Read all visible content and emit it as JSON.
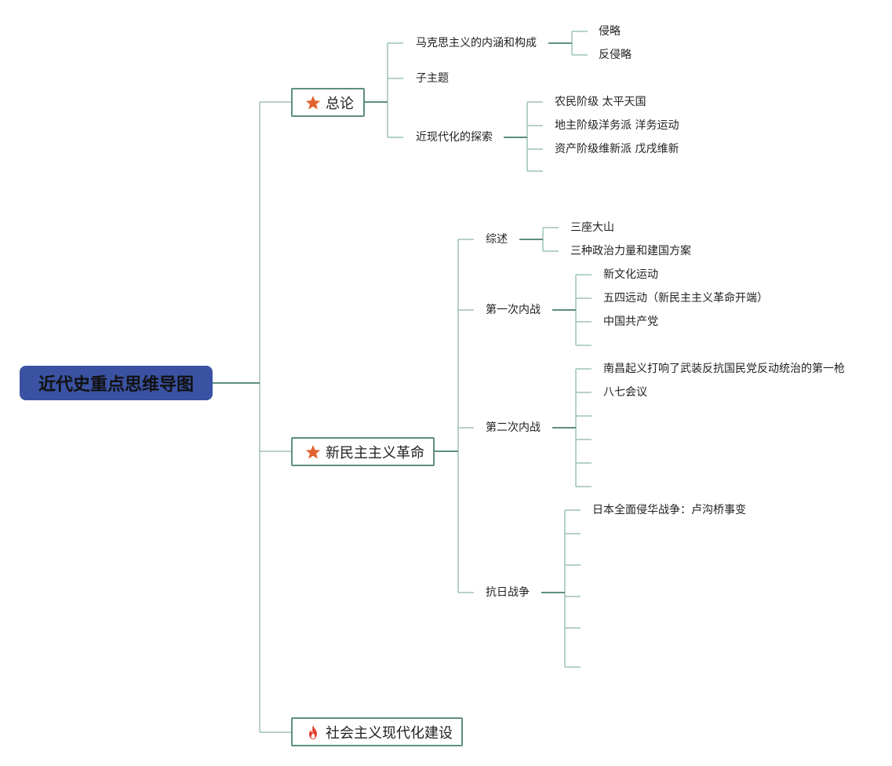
{
  "root": {
    "title": "近代史重点思维导图"
  },
  "topics": {
    "overview": {
      "label": "总论",
      "icon": "star-icon",
      "children": {
        "marxism": {
          "label": "马克思主义的内涵和构成",
          "children": [
            "侵略",
            "反侵略"
          ]
        },
        "subtopic": {
          "label": "子主题"
        },
        "exploration": {
          "label": "近现代化的探索",
          "children": [
            "农民阶级 太平天国",
            "地主阶级洋务派 洋务运动",
            "资产阶级维新派 戊戌维新",
            ""
          ]
        }
      }
    },
    "revolution": {
      "label": "新民主主义革命",
      "icon": "star-icon",
      "children": {
        "summary": {
          "label": "综述",
          "children": [
            "三座大山",
            "三种政治力量和建国方案"
          ]
        },
        "first_civil_war": {
          "label": "第一次内战",
          "children": [
            "新文化运动",
            "五四远动（新民主主义革命开端）",
            "中国共产党",
            ""
          ]
        },
        "second_civil_war": {
          "label": "第二次内战",
          "children": [
            "南昌起义打响了武装反抗国民党反动统治的第一枪",
            "八七会议",
            "",
            "",
            "",
            ""
          ]
        },
        "anti_japanese": {
          "label": "抗日战争",
          "children": [
            "日本全面侵华战争：卢沟桥事变",
            "",
            "",
            "",
            "",
            ""
          ]
        }
      }
    },
    "socialism": {
      "label": "社会主义现代化建设",
      "icon": "fire-icon"
    }
  },
  "colors": {
    "root_bg": "#3a52a1",
    "branch_line": "#5d8f7a",
    "thin_line": "#9dc3b3",
    "star_icon": "#e2622e",
    "fire_icon": "#e2402e"
  }
}
